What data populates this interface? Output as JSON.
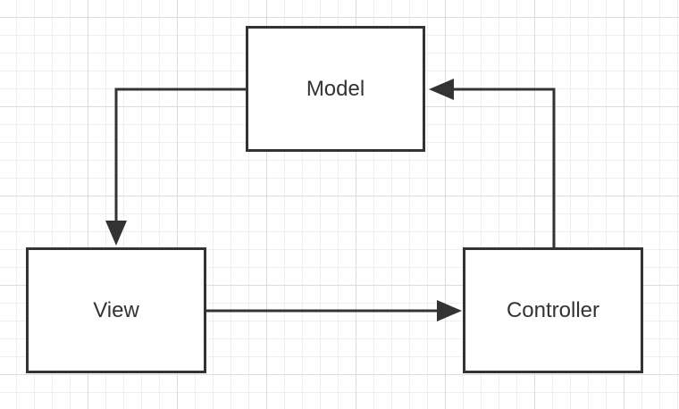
{
  "diagram": {
    "type": "flowchart",
    "nodes": [
      {
        "id": "model",
        "label": "Model"
      },
      {
        "id": "view",
        "label": "View"
      },
      {
        "id": "controller",
        "label": "Controller"
      }
    ],
    "edges": [
      {
        "from": "model",
        "to": "view"
      },
      {
        "from": "view",
        "to": "controller"
      },
      {
        "from": "controller",
        "to": "model"
      }
    ],
    "colors": {
      "line": "#333333",
      "box_fill": "#ffffff",
      "grid_minor": "#efefef",
      "grid_major": "#dcdcdc"
    }
  }
}
